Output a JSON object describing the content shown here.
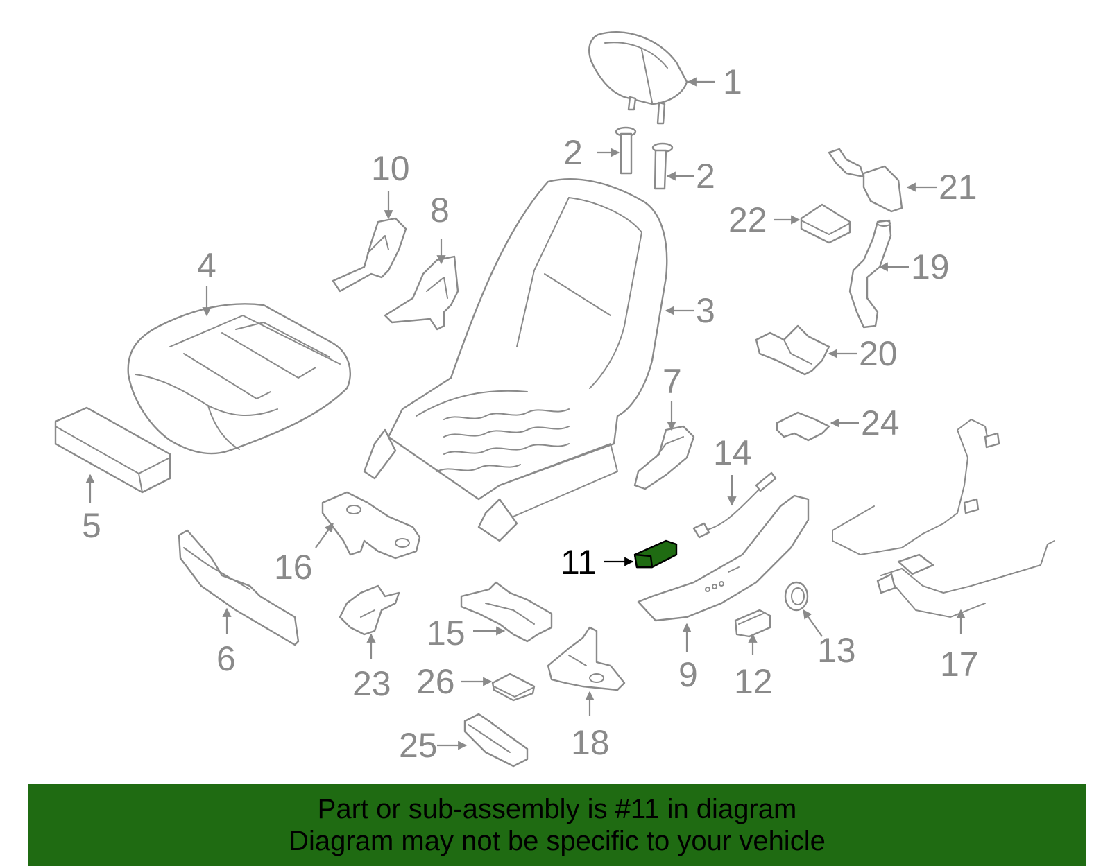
{
  "diagram": {
    "callouts": [
      "1",
      "2",
      "2",
      "3",
      "4",
      "5",
      "6",
      "7",
      "8",
      "9",
      "10",
      "11",
      "12",
      "13",
      "14",
      "15",
      "16",
      "17",
      "18",
      "19",
      "20",
      "21",
      "22",
      "23",
      "24",
      "25",
      "26"
    ],
    "highlight_callout": "11",
    "colors": {
      "part_stroke": "#8a8a8a",
      "highlight": "#1f6b12",
      "highlight_stroke": "#000000",
      "background": "#ffffff"
    }
  },
  "footer": {
    "line1": "Part or sub-assembly is #11 in diagram",
    "line2": "Diagram may not be specific to your vehicle",
    "background": "#1f6b12"
  }
}
